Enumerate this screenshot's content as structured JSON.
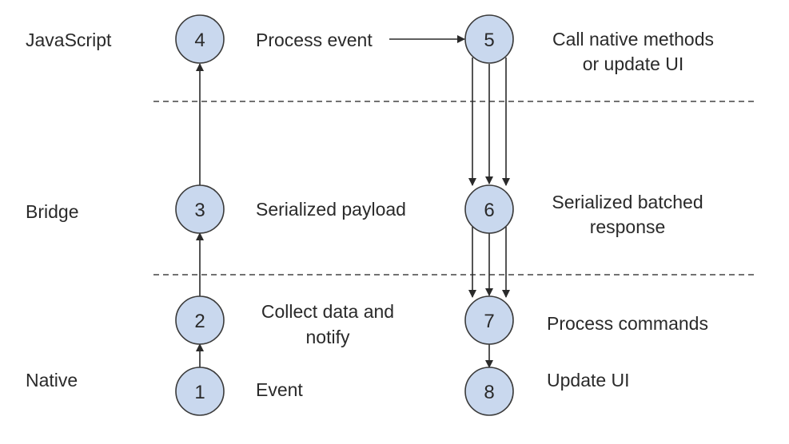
{
  "layers": {
    "javascript": "JavaScript",
    "bridge": "Bridge",
    "native": "Native"
  },
  "nodes": {
    "n1": "1",
    "n2": "2",
    "n3": "3",
    "n4": "4",
    "n5": "5",
    "n6": "6",
    "n7": "7",
    "n8": "8"
  },
  "steps": {
    "event": "Event",
    "collect": [
      "Collect data and",
      "notify"
    ],
    "serialized_payload": "Serialized payload",
    "process_event": "Process event",
    "call_native": [
      "Call native methods",
      "or update UI"
    ],
    "serialized_batched": [
      "Serialized batched",
      "response"
    ],
    "process_commands": "Process commands",
    "update_ui": "Update UI"
  },
  "colors": {
    "node_fill": "#c9d8ee",
    "line": "#2a2a2a"
  }
}
